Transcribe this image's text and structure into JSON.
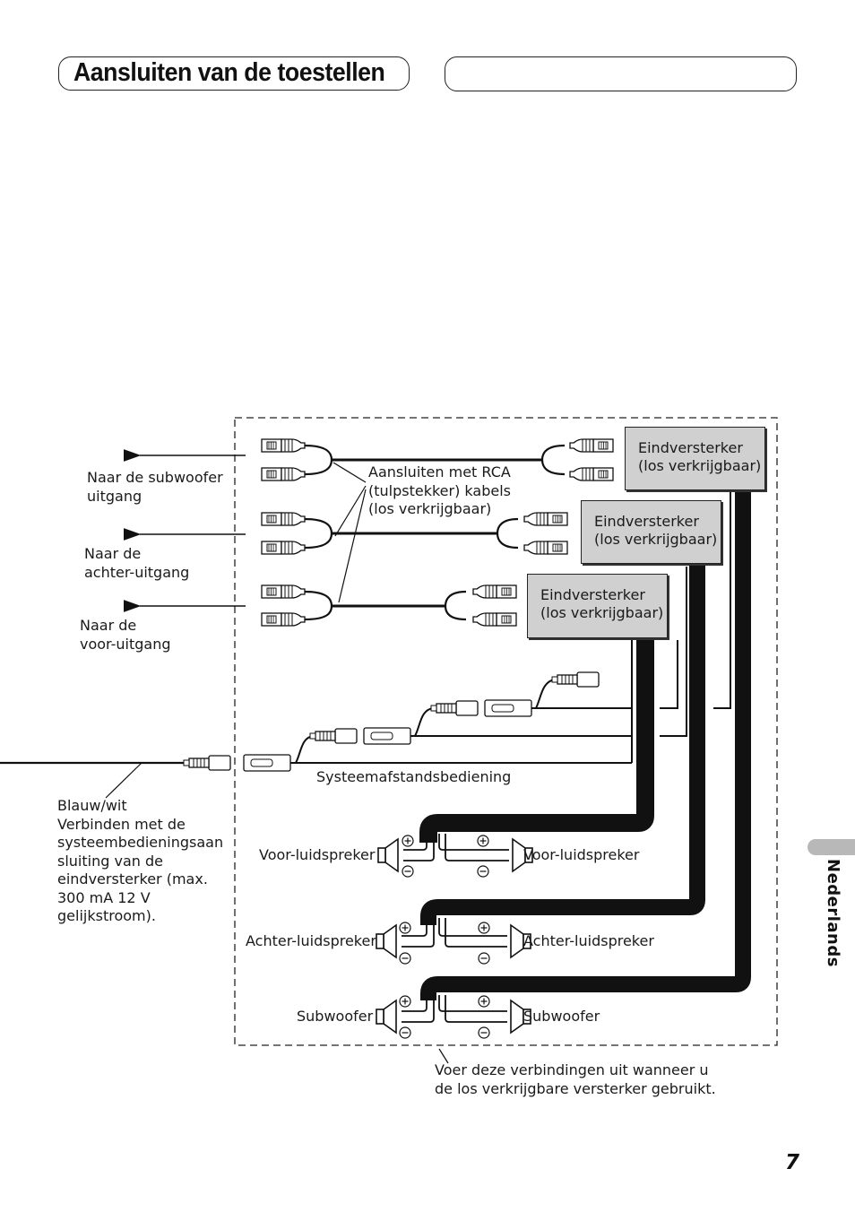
{
  "header": {
    "title": "Aansluiten van de toestellen"
  },
  "sidebar": {
    "language": "Nederlands"
  },
  "footer": {
    "page_number": "7"
  },
  "diagram": {
    "outputs": {
      "subwoofer": "Naar de subwoofer\nuitgang",
      "rear": "Naar de\nachter-uitgang",
      "front": "Naar de\nvoor-uitgang"
    },
    "rca_label": "Aansluiten met RCA\n(tulpstekker) kabels\n(los verkrijgbaar)",
    "amplifiers": [
      "Eindversterker\n(los verkrijgbaar)",
      "Eindversterker\n(los verkrijgbaar)",
      "Eindversterker\n(los verkrijgbaar)"
    ],
    "remote_label": "Systeemafstandsbediening",
    "blue_white_note": "Blauw/wit\nVerbinden met de\nsysteembedieningsaan\nsluiting van de\neindversterker (max.\n300 mA 12 V\ngelijkstroom).",
    "speakers": {
      "front_left": "Voor-luidspreker",
      "front_right": "Voor-luidspreker",
      "rear_left": "Achter-luidspreker",
      "rear_right": "Achter-luidspreker",
      "sub_left": "Subwoofer",
      "sub_right": "Subwoofer"
    },
    "bottom_note": "Voer deze verbindingen uit wanneer u\nde los verkrijgbare versterker gebruikt."
  }
}
